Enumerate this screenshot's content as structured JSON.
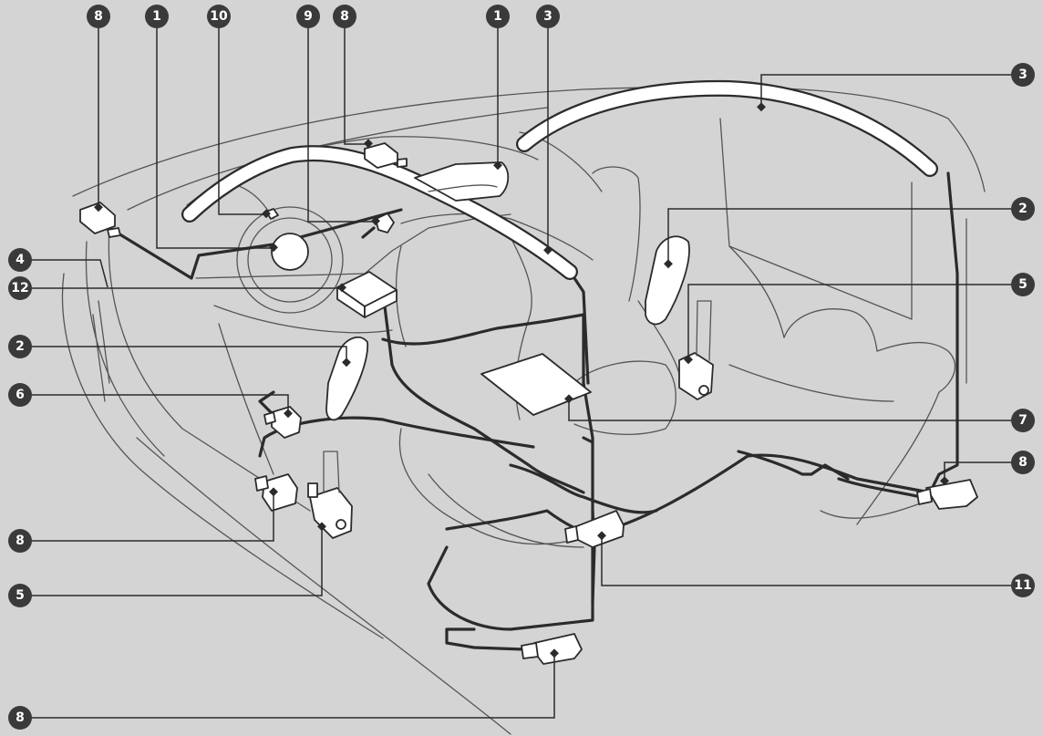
{
  "callouts": [
    {
      "id": "c8-top-left",
      "label": "8"
    },
    {
      "id": "c1-top-left",
      "label": "1"
    },
    {
      "id": "c10-top",
      "label": "10"
    },
    {
      "id": "c9-top",
      "label": "9"
    },
    {
      "id": "c8-top-center",
      "label": "8"
    },
    {
      "id": "c1-top-right",
      "label": "1"
    },
    {
      "id": "c3-top-right",
      "label": "3"
    },
    {
      "id": "c3-right",
      "label": "3"
    },
    {
      "id": "c2-right",
      "label": "2"
    },
    {
      "id": "c5-right",
      "label": "5"
    },
    {
      "id": "c7-right",
      "label": "7"
    },
    {
      "id": "c8-right",
      "label": "8"
    },
    {
      "id": "c11-right",
      "label": "11"
    },
    {
      "id": "c4-left",
      "label": "4"
    },
    {
      "id": "c12-left",
      "label": "12"
    },
    {
      "id": "c2-left",
      "label": "2"
    },
    {
      "id": "c6-left",
      "label": "6"
    },
    {
      "id": "c8-left",
      "label": "8"
    },
    {
      "id": "c5-left",
      "label": "5"
    },
    {
      "id": "c8-bottom-left",
      "label": "8"
    }
  ],
  "colors": {
    "background": "#d4d4d4",
    "ink": "#2b2b2b",
    "badge": "#3a3a3a",
    "part_fill": "#ffffff"
  }
}
